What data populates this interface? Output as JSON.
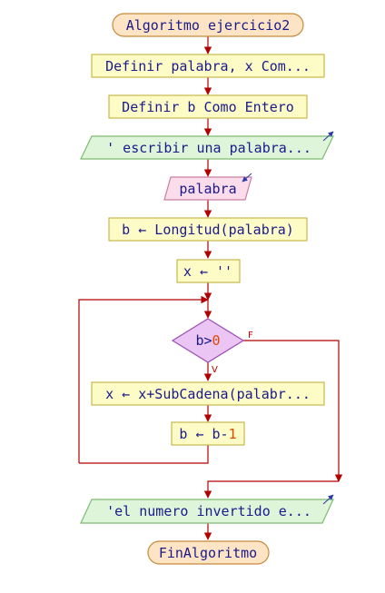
{
  "flowchart": {
    "start": "Algoritmo ejercicio2",
    "define_1": "Definir palabra, x Com...",
    "define_2": "Definir b Como Entero",
    "write_1": "' escribir una palabra...",
    "read_1": "palabra",
    "assign_1": "b ← Longitud(palabra)",
    "assign_2": "x ← ''",
    "loop_condition_var": "b>",
    "loop_condition_num": "0",
    "branch_true": "V",
    "branch_false": "F",
    "loop_body_1": "x ← x+SubCadena(palabr...",
    "loop_body_2_var": "b ← b-",
    "loop_body_2_num": "1",
    "write_2": "'el numero invertido e...",
    "end": "FinAlgoritmo"
  },
  "colors": {
    "line": "#b00000",
    "text": "#1a1a8c",
    "terminal_fill": "#fde4c4",
    "terminal_stroke": "#c58a3c",
    "process_fill": "#fdfbc6",
    "process_stroke": "#c9b84c",
    "output_fill": "#dff5d9",
    "output_stroke": "#7dbb72",
    "input_fill": "#fbdcea",
    "input_stroke": "#c77fa1",
    "decision_fill": "#ebc5f3",
    "decision_stroke": "#9e4fb3",
    "number": "#e04a00"
  }
}
